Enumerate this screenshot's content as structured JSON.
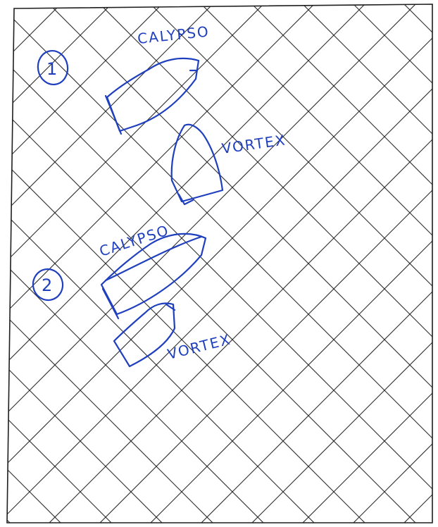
{
  "colors": {
    "ink": "#1f3fbf",
    "grid": "#2b2b2b",
    "paper": "#ffffff"
  },
  "grid": {
    "pattern": "diagonal diamond lattice"
  },
  "diagrams": [
    {
      "marker": "1",
      "boats": [
        {
          "label": "CALYPSO"
        },
        {
          "label": "VORTEX"
        }
      ]
    },
    {
      "marker": "2",
      "boats": [
        {
          "label": "CALYPSO"
        },
        {
          "label": "VORTEX"
        }
      ]
    }
  ]
}
